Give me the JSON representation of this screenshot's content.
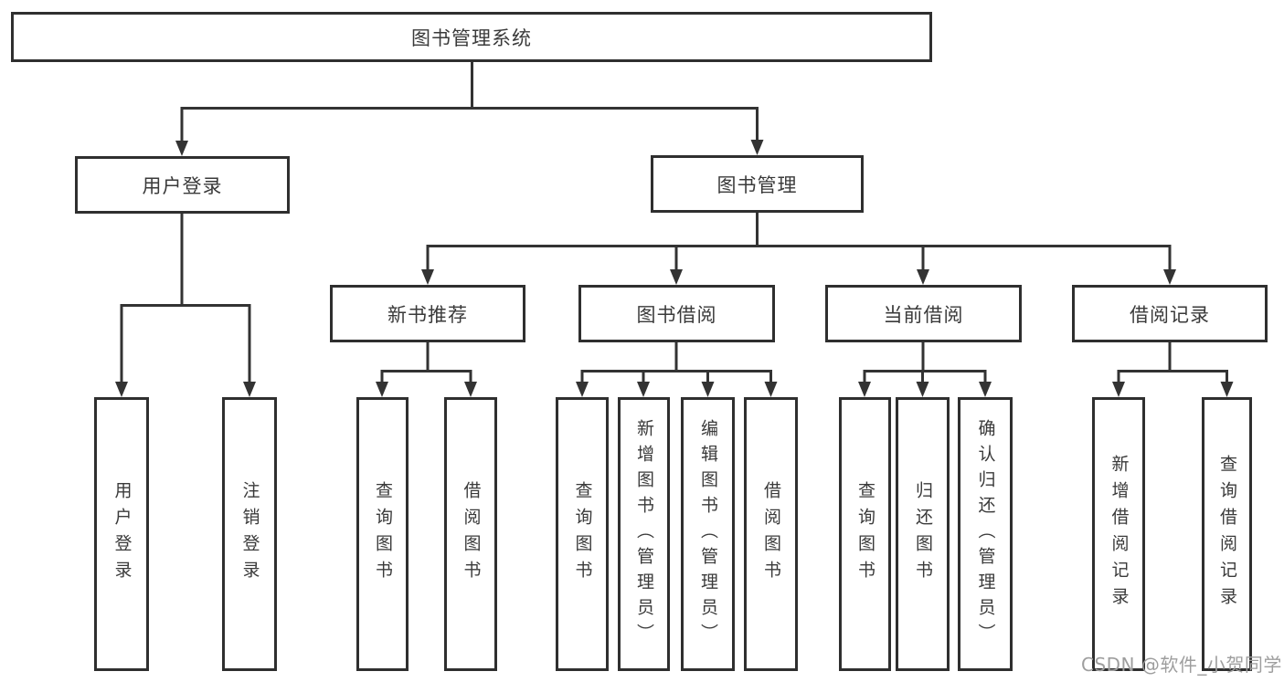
{
  "diagram": {
    "type": "tree-structure-chart",
    "colors": {
      "line": "#333333",
      "box_border": "#2f2f2f",
      "box_fill": "#ffffff",
      "text": "#3a3a3a",
      "watermark": "#9e9e9e",
      "background": "#ffffff"
    },
    "nodes": {
      "root": {
        "label": "图书管理系统"
      },
      "user_login": {
        "label": "用户登录"
      },
      "book_management": {
        "label": "图书管理"
      },
      "new_book_recommend": {
        "label": "新书推荐"
      },
      "book_borrowing": {
        "label": "图书借阅"
      },
      "current_borrowing": {
        "label": "当前借阅"
      },
      "borrowing_records": {
        "label": "借阅记录"
      },
      "leaf_user_login": {
        "label": "用户登录"
      },
      "leaf_logout_login": {
        "label": "注销登录"
      },
      "leaf_nbr_query_books": {
        "label": "查询图书"
      },
      "leaf_nbr_borrow_books": {
        "label": "借阅图书"
      },
      "leaf_bb_query_books": {
        "label": "查询图书"
      },
      "leaf_bb_add_books_admin": {
        "label": "新增图书（管理员）"
      },
      "leaf_bb_edit_books_admin": {
        "label": "编辑图书（管理员）"
      },
      "leaf_bb_borrow_books": {
        "label": "借阅图书"
      },
      "leaf_cb_query_books": {
        "label": "查询图书"
      },
      "leaf_cb_return_books": {
        "label": "归还图书"
      },
      "leaf_cb_confirm_return_admin": {
        "label": "确认归还（管理员）"
      },
      "leaf_br_add_borrow_record": {
        "label": "新增借阅记录"
      },
      "leaf_br_query_borrow_record": {
        "label": "查询借阅记录"
      }
    },
    "edges": [
      {
        "from": "root",
        "to": "user_login"
      },
      {
        "from": "root",
        "to": "book_management"
      },
      {
        "from": "user_login",
        "to": "leaf_user_login"
      },
      {
        "from": "user_login",
        "to": "leaf_logout_login"
      },
      {
        "from": "book_management",
        "to": "new_book_recommend"
      },
      {
        "from": "book_management",
        "to": "book_borrowing"
      },
      {
        "from": "book_management",
        "to": "current_borrowing"
      },
      {
        "from": "book_management",
        "to": "borrowing_records"
      },
      {
        "from": "new_book_recommend",
        "to": "leaf_nbr_query_books"
      },
      {
        "from": "new_book_recommend",
        "to": "leaf_nbr_borrow_books"
      },
      {
        "from": "book_borrowing",
        "to": "leaf_bb_query_books"
      },
      {
        "from": "book_borrowing",
        "to": "leaf_bb_add_books_admin"
      },
      {
        "from": "book_borrowing",
        "to": "leaf_bb_edit_books_admin"
      },
      {
        "from": "book_borrowing",
        "to": "leaf_bb_borrow_books"
      },
      {
        "from": "current_borrowing",
        "to": "leaf_cb_query_books"
      },
      {
        "from": "current_borrowing",
        "to": "leaf_cb_return_books"
      },
      {
        "from": "current_borrowing",
        "to": "leaf_cb_confirm_return_admin"
      },
      {
        "from": "borrowing_records",
        "to": "leaf_br_add_borrow_record"
      },
      {
        "from": "borrowing_records",
        "to": "leaf_br_query_borrow_record"
      }
    ],
    "watermark": {
      "label": "CSDN @软件_小贺同学"
    }
  }
}
